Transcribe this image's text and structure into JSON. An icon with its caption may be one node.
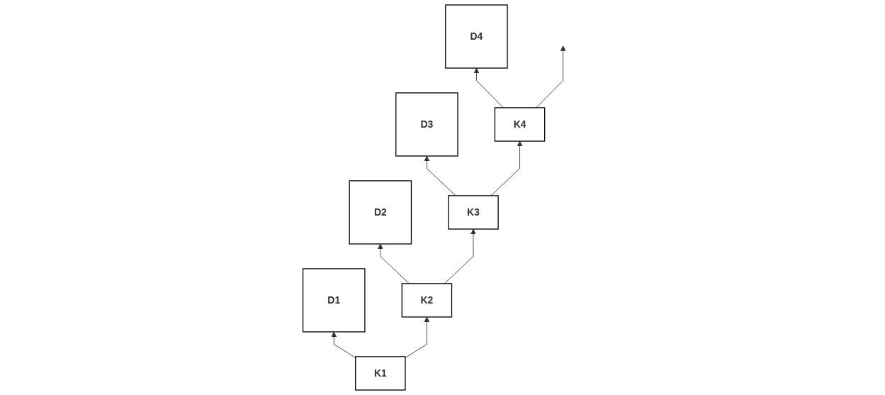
{
  "diagram": {
    "nodes": [
      {
        "text": [
          "D1"
        ]
      },
      {
        "text": [
          "D2"
        ]
      },
      {
        "text": [
          "D3"
        ]
      },
      {
        "text": [
          "D4"
        ]
      },
      {
        "text": [
          "K1"
        ]
      },
      {
        "text": [
          "K2"
        ]
      },
      {
        "text": [
          "K3"
        ]
      },
      {
        "text": [
          "K4"
        ]
      }
    ],
    "edges": [
      {
        "from": 4,
        "to": 0,
        "arrow": "to"
      },
      {
        "from": 4,
        "to": 5,
        "arrow": "to"
      },
      {
        "from": 5,
        "to": 1,
        "arrow": "to"
      },
      {
        "from": 5,
        "to": 6,
        "arrow": "to"
      },
      {
        "from": 6,
        "to": 2,
        "arrow": "to"
      },
      {
        "from": 6,
        "to": 7,
        "arrow": "to"
      },
      {
        "from": 7,
        "to": 3,
        "arrow": "to"
      },
      {
        "from": 7,
        "to": null,
        "arrow": "to"
      }
    ]
  }
}
